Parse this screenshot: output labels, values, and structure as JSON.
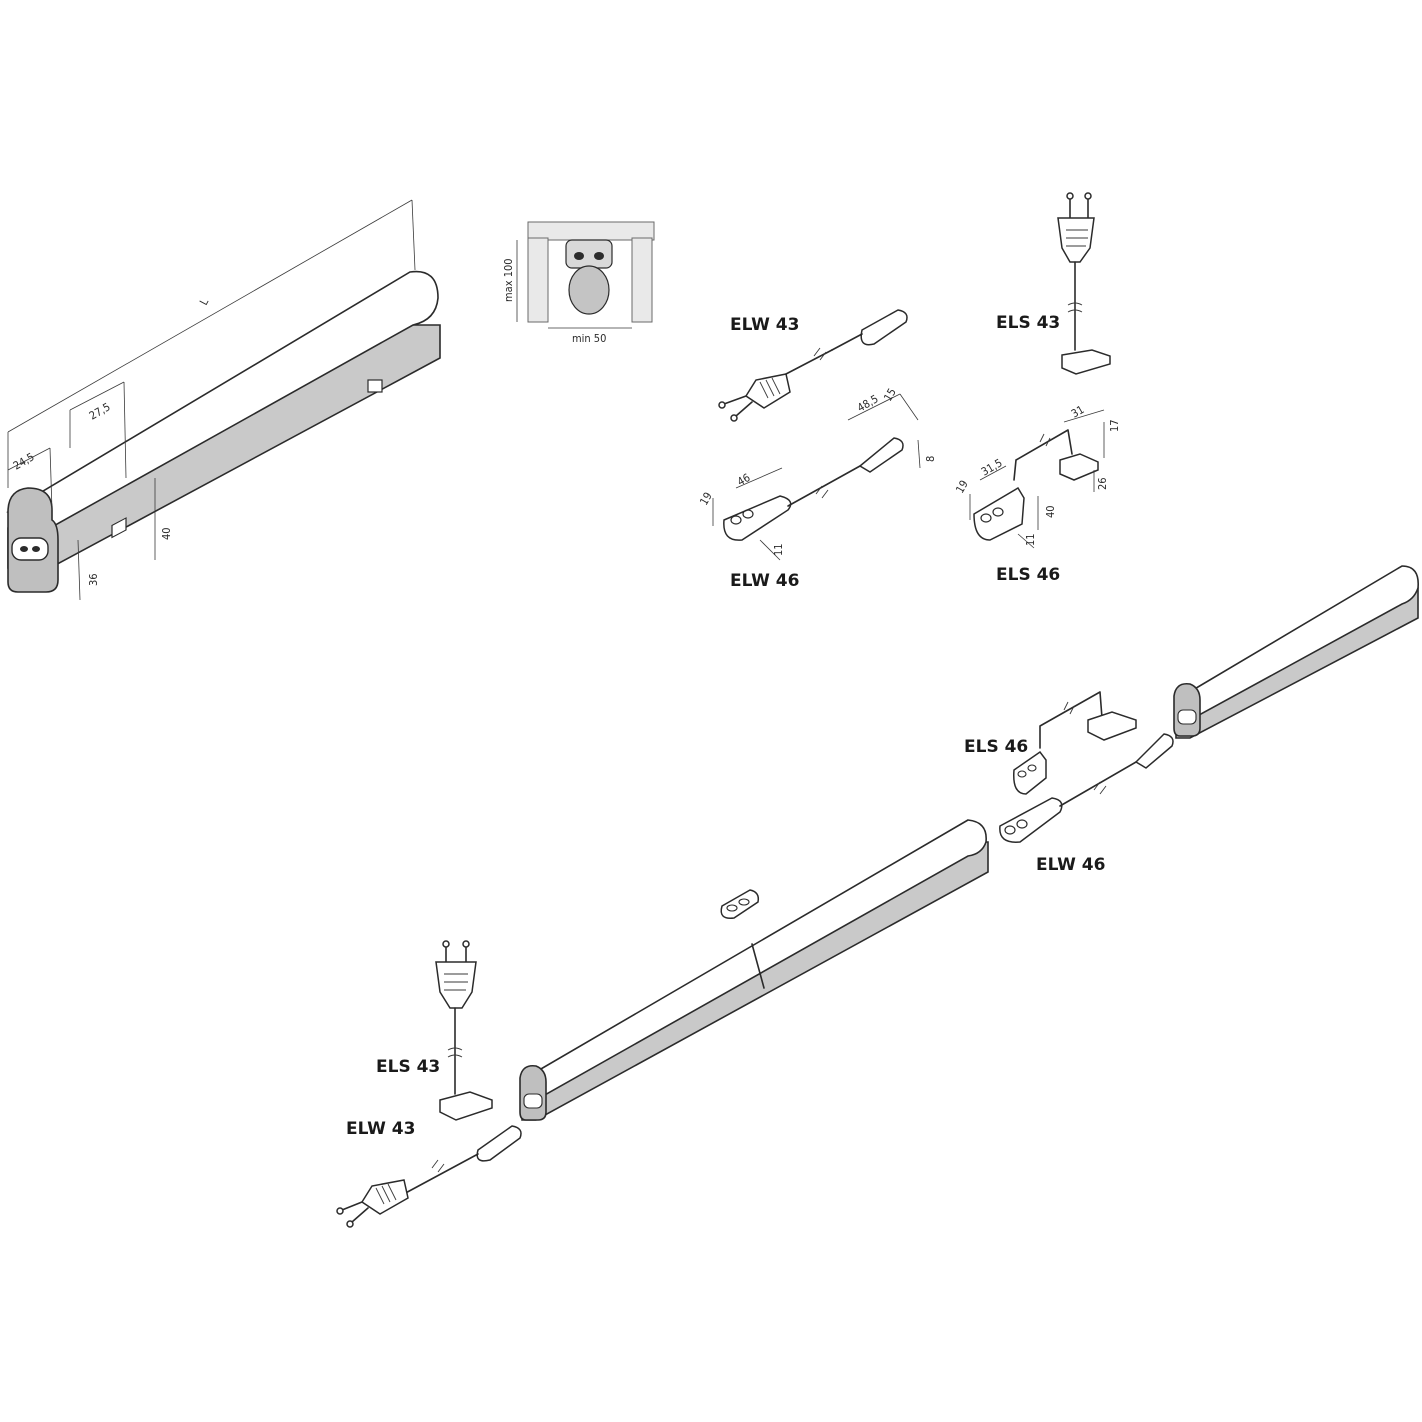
{
  "labels": {
    "elw43_top": "ELW 43",
    "els43_top": "ELS 43",
    "elw46_top": "ELW 46",
    "els46_top": "ELS 46",
    "els46_mid": "ELS 46",
    "elw46_mid": "ELW 46",
    "els43_bottom": "ELS 43",
    "elw43_bottom": "ELW 43"
  },
  "dimensions": {
    "length": "L",
    "d27_5": "27,5",
    "d24_5": "24,5",
    "d40": "40",
    "d36": "36",
    "max100": "max 100",
    "min50": "min 50",
    "d48_5": "48,5",
    "d15": "15",
    "d8": "8",
    "d46": "46",
    "d19_elw": "19",
    "d11_elw": "11",
    "d31": "31",
    "d17": "17",
    "d26": "26",
    "d31_5": "31,5",
    "d19_els": "19",
    "d40_els": "40",
    "d11_els": "11"
  },
  "colors": {
    "line": "#2b2b2b",
    "tube_body": "#c9c9c9",
    "tube_top": "#ffffff",
    "background": "#ffffff"
  }
}
